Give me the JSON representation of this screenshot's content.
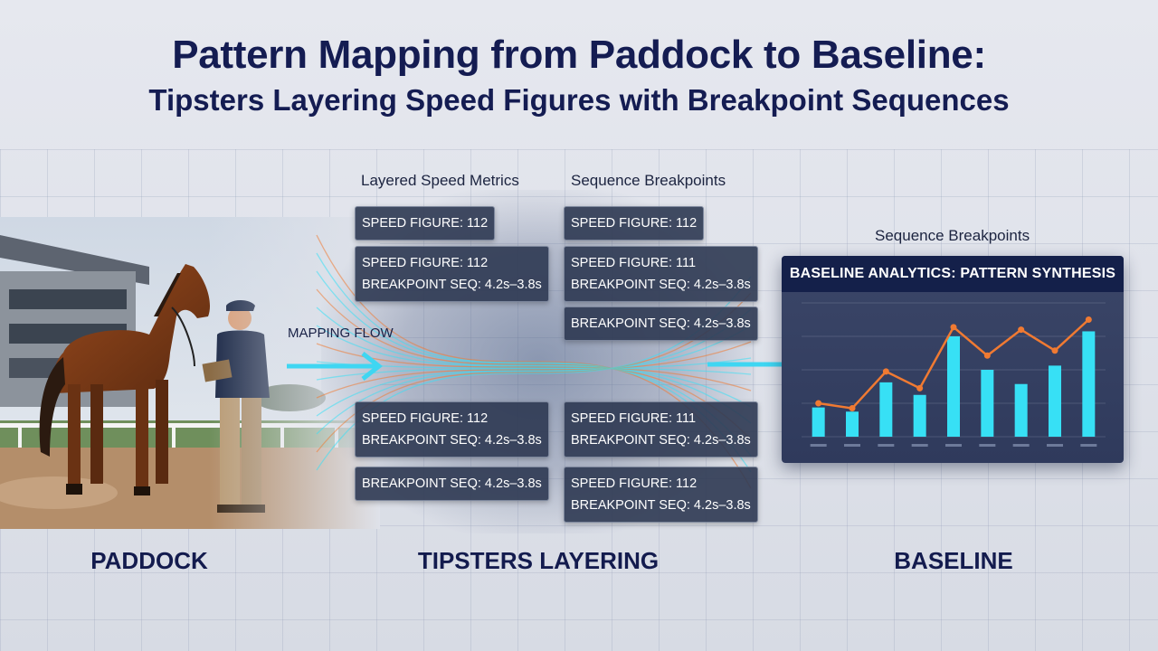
{
  "title": {
    "line1": "Pattern Mapping from Paddock to Baseline:",
    "line2": "Tipsters Layering Speed Figures with Breakpoint Sequences"
  },
  "layering": {
    "col1_label": "Layered Speed Metrics",
    "col2_label": "Sequence Breakpoints",
    "tags": [
      {
        "lines": [
          "SPEED FIGURE: 112"
        ]
      },
      {
        "lines": [
          "SPEED FIGURE: 112",
          "BREAKPOINT SEQ: 4.2s–3.8s"
        ]
      },
      {
        "lines": [
          "SPEED FIGURE: 112",
          "BREAKPOINT SEQ: 4.2s–3.8s"
        ]
      },
      {
        "lines": [
          "BREAKPOINT SEQ: 4.2s–3.8s"
        ]
      },
      {
        "lines": [
          "SPEED FIGURE: 112"
        ]
      },
      {
        "lines": [
          "SPEED FIGURE: 111",
          "BREAKPOINT SEQ: 4.2s–3.8s"
        ]
      },
      {
        "lines": [
          "BREAKPOINT SEQ: 4.2s–3.8s"
        ]
      },
      {
        "lines": [
          "SPEED FIGURE: 111",
          "BREAKPOINT SEQ: 4.2s–3.8s"
        ]
      },
      {
        "lines": [
          "SPEED FIGURE: 112",
          "BREAKPOINT SEQ: 4.2s–3.8s"
        ]
      }
    ]
  },
  "mapping_flow_label": "MAPPING FLOW",
  "baseline": {
    "above_label": "Sequence Breakpoints",
    "panel_title": "BASELINE ANALYTICS: PATTERN SYNTHESIS"
  },
  "chart_data": {
    "type": "bar",
    "bar_values": [
      3.5,
      3.0,
      6.5,
      5.0,
      12.0,
      8.0,
      6.3,
      8.5,
      12.6
    ],
    "line_values": [
      4.0,
      3.4,
      7.8,
      5.8,
      13.1,
      9.7,
      12.8,
      10.3,
      14.0
    ],
    "ylim": [
      0,
      16
    ],
    "grid": true,
    "colors": {
      "bars": "#37e0f5",
      "line": "#f07a32"
    }
  },
  "sections": {
    "paddock": "PADDOCK",
    "layering": "TIPSTERS LAYERING",
    "baseline": "BASELINE"
  },
  "colors": {
    "title": "#141c52",
    "tag_bg": "#2e3852",
    "accent_cyan": "#37e0f5",
    "accent_orange": "#f07a32",
    "panel_header": "#14204a"
  }
}
